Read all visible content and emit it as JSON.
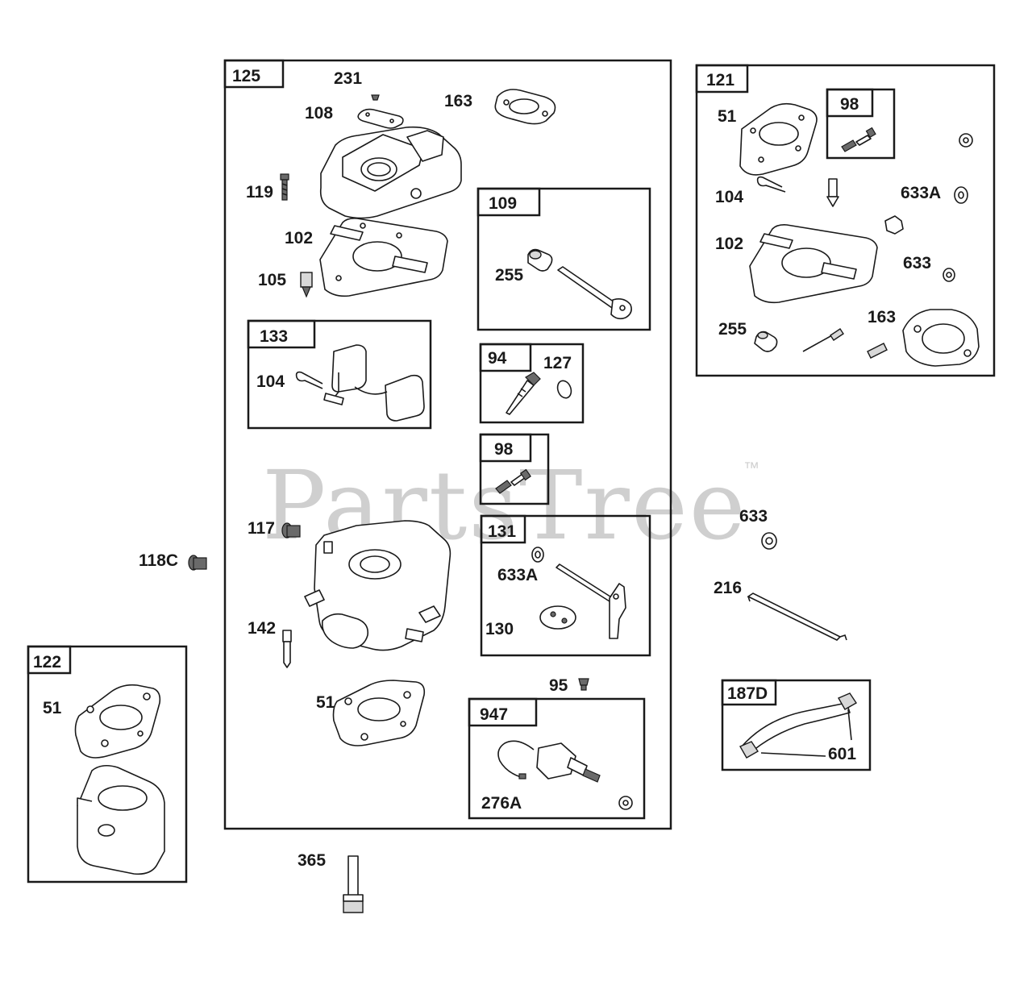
{
  "watermark": {
    "brand": "PartsTree",
    "trademark": "™"
  },
  "boxes": {
    "b125": "125",
    "b121": "121",
    "b98a": "98",
    "b109": "109",
    "b133": "133",
    "b94": "94",
    "b98b": "98",
    "b131": "131",
    "b122": "122",
    "b947": "947",
    "b187D": "187D"
  },
  "parts": {
    "p231": "231",
    "p108": "108",
    "p163a": "163",
    "p119": "119",
    "p102a": "102",
    "p105": "105",
    "p255a": "255",
    "p104a": "104",
    "p127": "127",
    "p117": "117",
    "p118C": "118C",
    "p633Aa": "633A",
    "p130": "130",
    "p142": "142",
    "p51a": "51",
    "p95": "95",
    "p276A": "276A",
    "p51b": "51",
    "p365": "365",
    "p51c": "51",
    "p104b": "104",
    "p633Ab": "633A",
    "p102b": "102",
    "p633a": "633",
    "p255b": "255",
    "p163b": "163",
    "p633b": "633",
    "p216": "216",
    "p601": "601"
  }
}
